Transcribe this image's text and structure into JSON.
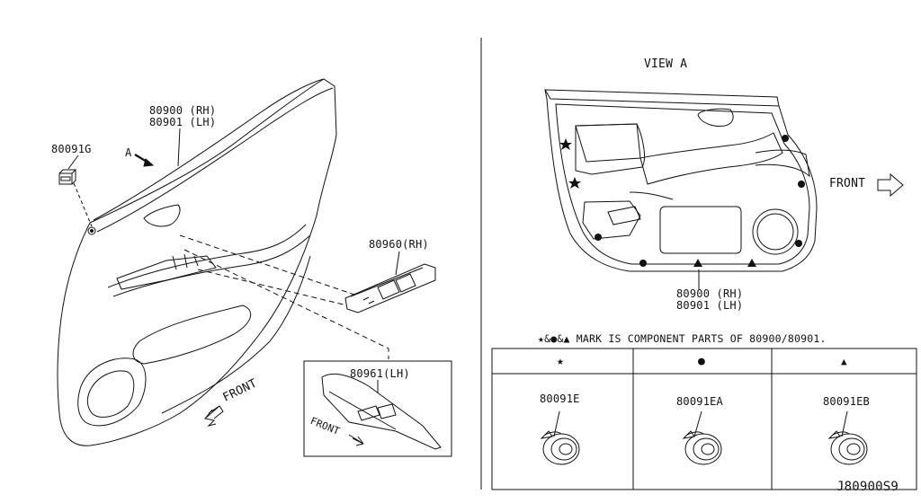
{
  "left": {
    "callout_door_rh": "80900 (RH)",
    "callout_door_lh": "80901 (LH)",
    "callout_clip": "80091G",
    "view_arrow_letter": "A",
    "callout_switch_rh": "80960(RH)",
    "callout_switch_lh": "80961(LH)",
    "front_label_main": "FRONT",
    "front_label_inset": "FRONT"
  },
  "right": {
    "view_title": "VIEW A",
    "front_label": "FRONT",
    "callout_rh": "80900 (RH)",
    "callout_lh": "80901 (LH)",
    "legend_caption": "★&●&▲ MARK IS COMPONENT PARTS OF 80900/80901.",
    "table": {
      "symbols": [
        "★",
        "●",
        "▲"
      ],
      "parts": [
        "80091E",
        "80091EA",
        "80091EB"
      ]
    }
  },
  "footer": {
    "drawing_code": "J80900S9"
  }
}
